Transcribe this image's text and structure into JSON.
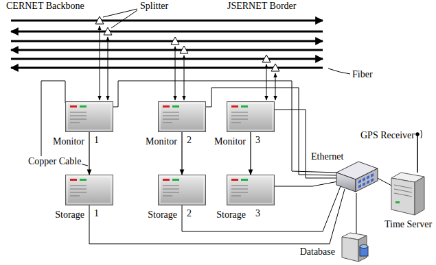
{
  "diagram": {
    "nodes": [
      {
        "text": [
          "Monitor",
          "1"
        ]
      },
      {
        "text": [
          "Monitor",
          "2"
        ]
      },
      {
        "text": [
          "Monitor",
          "3"
        ]
      },
      {
        "text": [
          "Storage",
          "1"
        ]
      },
      {
        "text": [
          "Storage",
          "2"
        ]
      },
      {
        "text": [
          "Storage",
          "3"
        ]
      },
      {
        "text": [
          "Time Server"
        ]
      },
      {
        "text": [
          "Database"
        ]
      }
    ],
    "edges": [
      {
        "from": 0,
        "to": 3,
        "arrow": "to"
      },
      {
        "from": 1,
        "to": 4,
        "arrow": "to"
      },
      {
        "from": 2,
        "to": 5,
        "arrow": "to"
      }
    ],
    "labels": [
      "CERNET Backbone",
      "JSERNET Border",
      "Splitter",
      "Fiber",
      "Copper Cable",
      "Ethernet",
      "GPS Receiver"
    ]
  }
}
